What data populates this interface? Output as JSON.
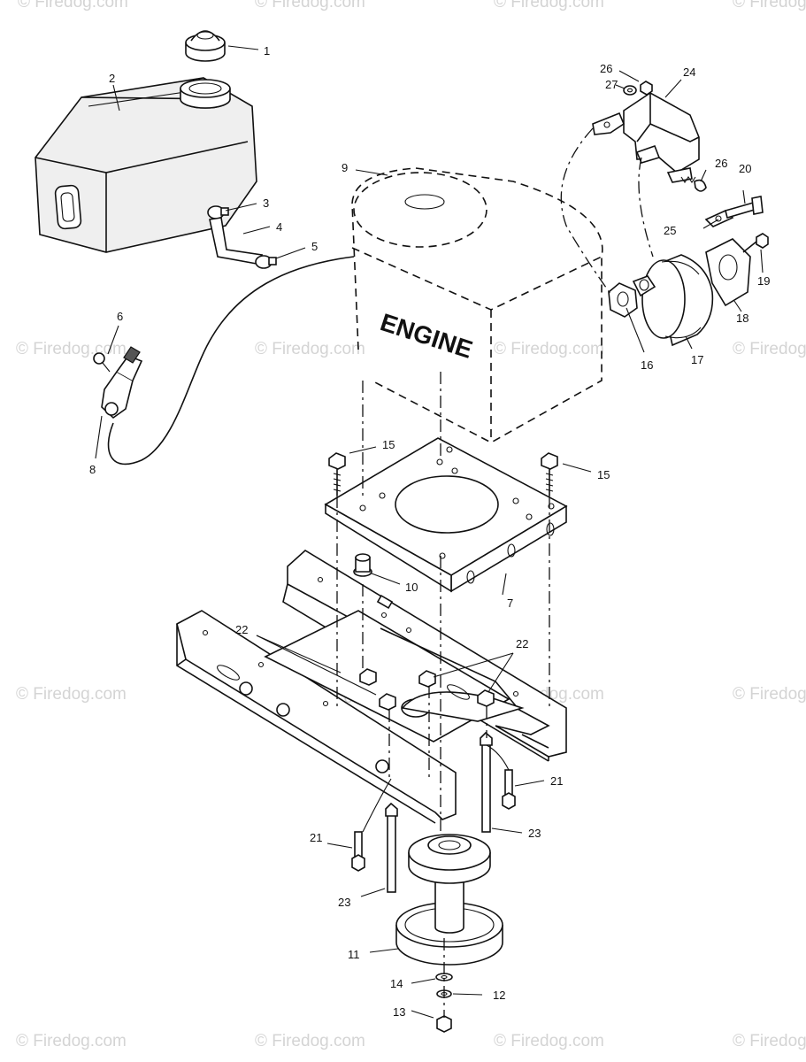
{
  "watermark": "© Firedog.com",
  "engine_label": "ENGINE",
  "callouts": {
    "c1": "1",
    "c2": "2",
    "c3": "3",
    "c4": "4",
    "c5": "5",
    "c6": "6",
    "c7": "7",
    "c8": "8",
    "c9": "9",
    "c10": "10",
    "c11": "11",
    "c12": "12",
    "c13": "13",
    "c14": "14",
    "c15a": "15",
    "c15b": "15",
    "c16": "16",
    "c17": "17",
    "c18": "18",
    "c19": "19",
    "c20": "20",
    "c21a": "21",
    "c21b": "21",
    "c22a": "22",
    "c22b": "22",
    "c23a": "23",
    "c23b": "23",
    "c24": "24",
    "c25": "25",
    "c26a": "26",
    "c26b": "26",
    "c27": "27"
  }
}
